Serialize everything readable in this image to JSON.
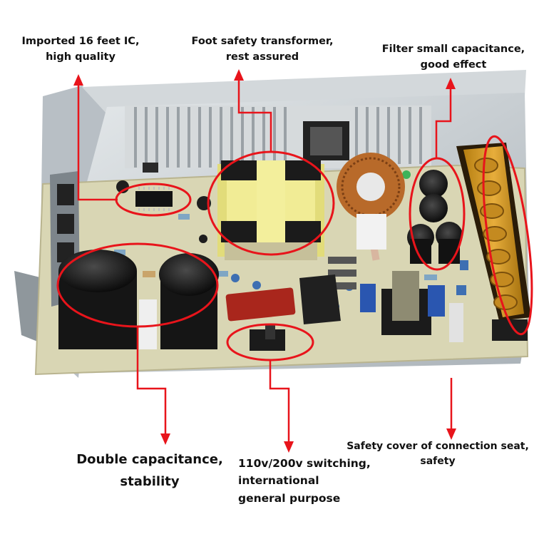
{
  "annotations": [
    {
      "id": "ic",
      "lines": [
        "Imported 16 feet IC,",
        "high quality"
      ]
    },
    {
      "id": "transformer",
      "lines": [
        "Foot safety transformer,",
        "rest assured"
      ]
    },
    {
      "id": "filter_caps",
      "lines": [
        "Filter small capacitance,",
        "good effect"
      ]
    },
    {
      "id": "double_caps",
      "lines": [
        "Double capacitance,",
        "stability"
      ]
    },
    {
      "id": "switch",
      "lines": [
        "110v/200v switching,",
        "international",
        "general purpose"
      ]
    },
    {
      "id": "terminal_cover",
      "lines": [
        "Safety cover of connection seat,",
        "safety"
      ]
    }
  ],
  "colors": {
    "annotation": "#e8141b",
    "pcb": "#d9d6b4",
    "chassis": "#c9cfd4",
    "background": "#ffffff"
  }
}
